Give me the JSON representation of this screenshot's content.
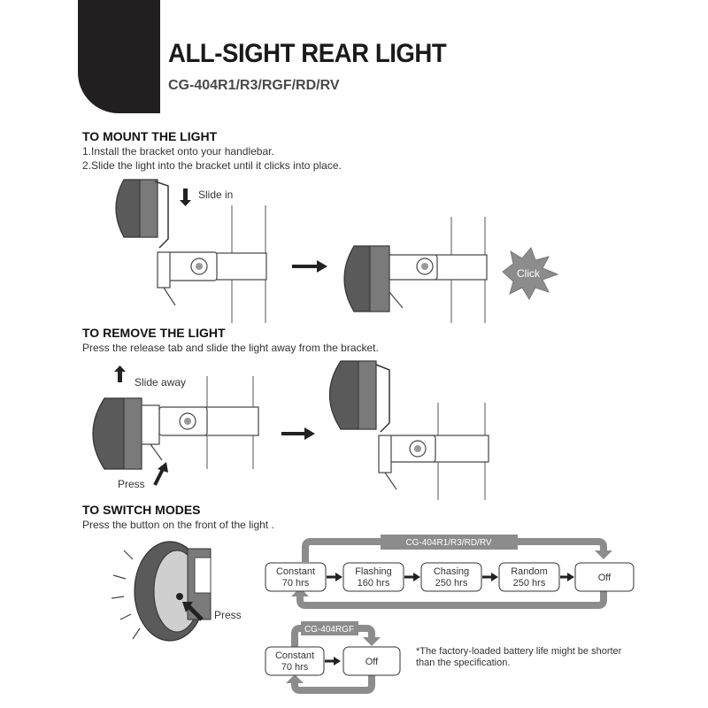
{
  "header": {
    "title": "ALL-SIGHT REAR LIGHT",
    "subtitle": "CG-404R1/R3/RGF/RD/RV"
  },
  "mount": {
    "heading": "TO MOUNT THE LIGHT",
    "steps": [
      "1.Install the bracket onto your handlebar.",
      "2.Slide the light into the bracket until it clicks into place."
    ],
    "slide_in_label": "Slide in",
    "click_label": "Click"
  },
  "remove": {
    "heading": "TO REMOVE THE LIGHT",
    "instruction": "Press the release tab and slide the light away from the bracket.",
    "slide_away_label": "Slide away",
    "press_label": "Press"
  },
  "modes": {
    "heading": "TO SWITCH MODES",
    "instruction": "Press the button on the front of the light .",
    "press_label": "Press",
    "flow_main": {
      "band_label": "CG-404R1/R3/RD/RV",
      "steps": [
        {
          "name": "Constant",
          "runtime": "70 hrs"
        },
        {
          "name": "Flashing",
          "runtime": "160 hrs"
        },
        {
          "name": "Chasing",
          "runtime": "250 hrs"
        },
        {
          "name": "Random",
          "runtime": "250 hrs"
        },
        {
          "name": "Off",
          "runtime": ""
        }
      ]
    },
    "flow_rgf": {
      "band_label": "CG-404RGF",
      "steps": [
        {
          "name": "Constant",
          "runtime": "70 hrs"
        },
        {
          "name": "Off",
          "runtime": ""
        }
      ]
    },
    "note": "*The factory-loaded battery life might be shorter than the specification."
  },
  "colors": {
    "header_tab": "#231f20",
    "light_body": "#5a5a5a",
    "flow_band": "#8c8c8c",
    "arrow": "#222222"
  }
}
